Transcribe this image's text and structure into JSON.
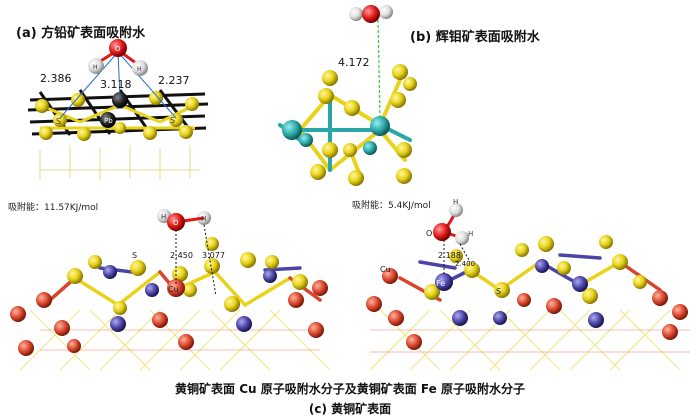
{
  "panel_a": {
    "title": "(a) 方铅矿表面吸附水",
    "atom_o": "O",
    "atom_h": "H",
    "atom_s": "S",
    "atom_pb": "Pb",
    "dist_left": "2.386",
    "dist_center": "3.118",
    "dist_right": "2.237"
  },
  "panel_b": {
    "title": "(b) 辉钼矿表面吸附水",
    "dist": "4.172"
  },
  "panel_c": {
    "energy_left": "吸附能：11.57KJ/mol",
    "energy_right": "吸附能：5.4KJ/mol",
    "left": {
      "atom_o": "O",
      "atom_h": "H",
      "atom_s": "S",
      "atom_cu": "Cu",
      "dist1": "2.450",
      "dist2": "3.077"
    },
    "right": {
      "atom_o": "O",
      "atom_h": "H",
      "atom_cu": "Cu",
      "atom_fe": "Fe",
      "atom_s": "S",
      "dist1": "2.188",
      "dist2": "2.400"
    },
    "caption_line": "黄铜矿表面 Cu 原子吸附水分子及黄铜矿表面 Fe 原子吸附水分子",
    "caption_title": "(c) 黄铜矿表面"
  },
  "colors": {
    "sulfur": "#e8d21a",
    "lead": "#1c1c1c",
    "molybdenum": "#2aa6a6",
    "copper": "#d8452c",
    "iron": "#4a44a8",
    "oxygen": "#e01818",
    "hydrogen": "#e6e6e6"
  }
}
